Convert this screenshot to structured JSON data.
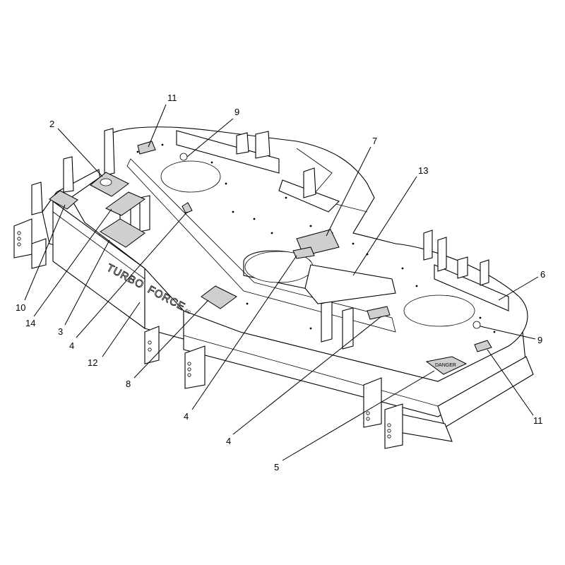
{
  "callouts": [
    {
      "id": "c1",
      "label": "11"
    },
    {
      "id": "c2",
      "label": "9"
    },
    {
      "id": "c3",
      "label": "2"
    },
    {
      "id": "c4",
      "label": "7"
    },
    {
      "id": "c5",
      "label": "13"
    },
    {
      "id": "c6",
      "label": "6"
    },
    {
      "id": "c7",
      "label": "9"
    },
    {
      "id": "c8",
      "label": "11"
    },
    {
      "id": "c9",
      "label": "10"
    },
    {
      "id": "c10",
      "label": "14"
    },
    {
      "id": "c11",
      "label": "3"
    },
    {
      "id": "c12",
      "label": "4"
    },
    {
      "id": "c13",
      "label": "12"
    },
    {
      "id": "c14",
      "label": "8"
    },
    {
      "id": "c15",
      "label": "4"
    },
    {
      "id": "c16",
      "label": "4"
    },
    {
      "id": "c17",
      "label": "5"
    }
  ],
  "deck_lettering": {
    "brand_word_1": "TURBO",
    "brand_word_2": "FORCE",
    "size": "60",
    "danger_decal": "DANGER"
  }
}
